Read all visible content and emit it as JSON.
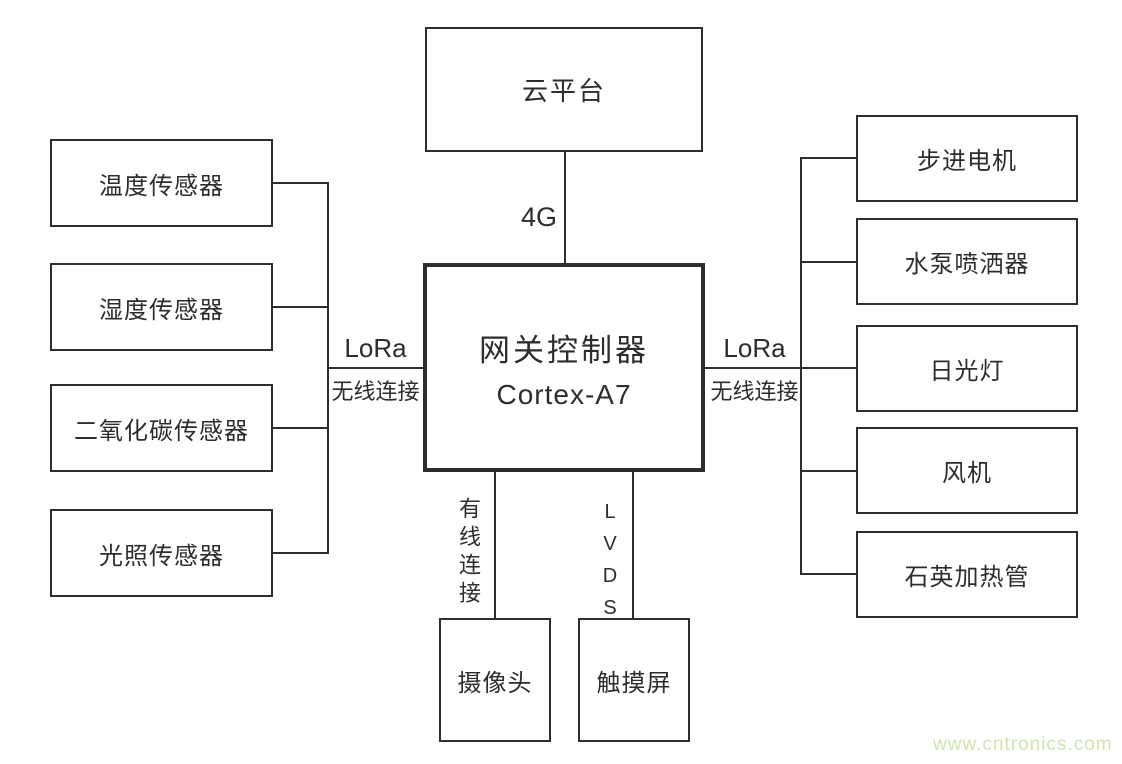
{
  "nodes": {
    "cloud": "云平台",
    "gateway": {
      "line1": "网关控制器",
      "line2": "Cortex-A7"
    },
    "sensors": [
      "温度传感器",
      "湿度传感器",
      "二氧化碳传感器",
      "光照传感器"
    ],
    "actuators": [
      "步进电机",
      "水泵喷洒器",
      "日光灯",
      "风机",
      "石英加热管"
    ],
    "peripherals": [
      "摄像头",
      "触摸屏"
    ]
  },
  "links": {
    "cloud_gateway": "4G",
    "sensors_gateway": {
      "protocol": "LoRa",
      "mode": "无线连接"
    },
    "gateway_actuators": {
      "protocol": "LoRa",
      "mode": "无线连接"
    },
    "gateway_camera": "有线连接",
    "gateway_touchscreen": "LVDS"
  },
  "watermark": "www.cntronics.com",
  "colors": {
    "line": "#2d2d2d",
    "text": "#2d2d2d",
    "watermark": "#cfe5ad",
    "background": "#ffffff"
  }
}
